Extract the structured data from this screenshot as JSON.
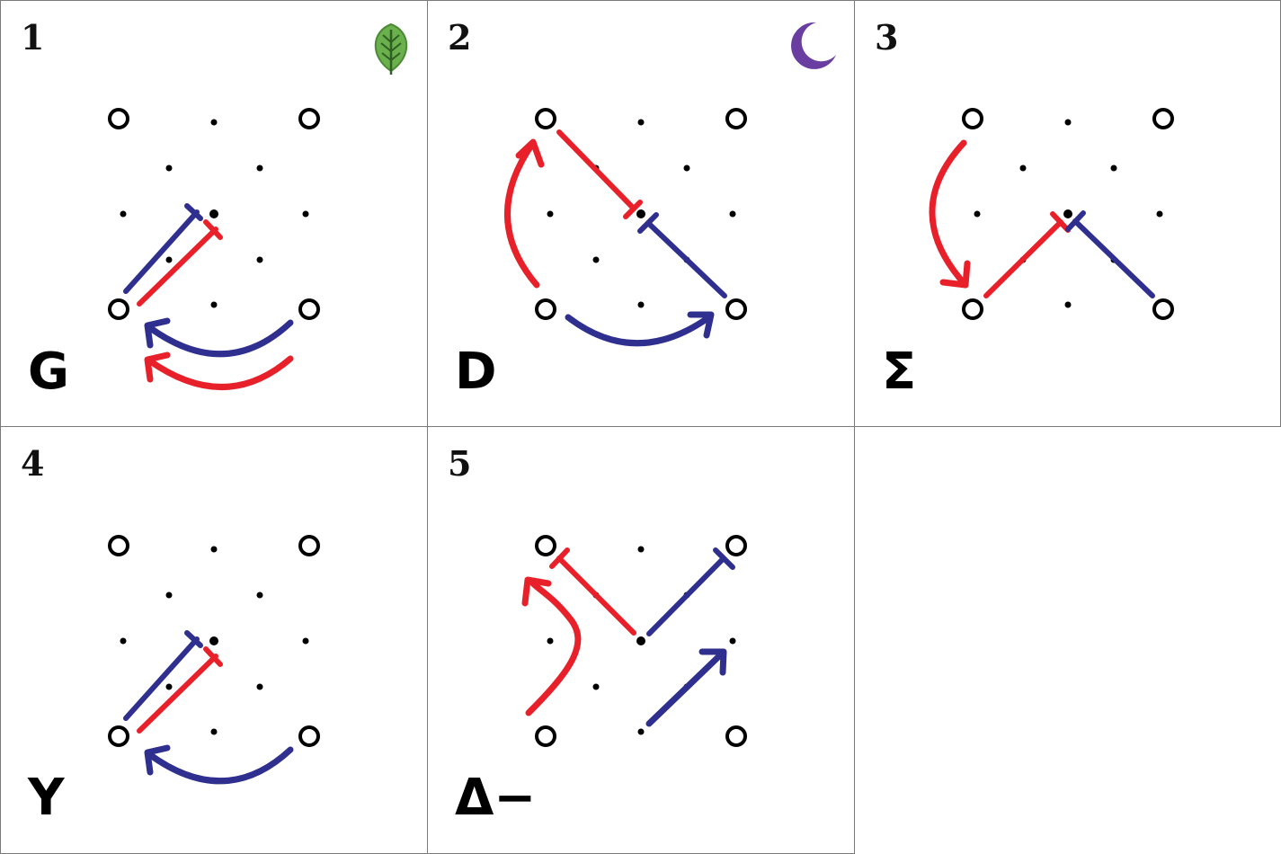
{
  "colors": {
    "red": "#e8202a",
    "blue": "#2e2f8e",
    "leaf": "#6ab04c",
    "moon": "#6a3ea1"
  },
  "panels": [
    {
      "number": "1",
      "letter": "G",
      "icon": "leaf-icon"
    },
    {
      "number": "2",
      "letter": "D",
      "icon": "moon-icon"
    },
    {
      "number": "3",
      "letter": "Σ"
    },
    {
      "number": "4",
      "letter": "Y"
    },
    {
      "number": "5",
      "letter": "Δ−"
    }
  ]
}
